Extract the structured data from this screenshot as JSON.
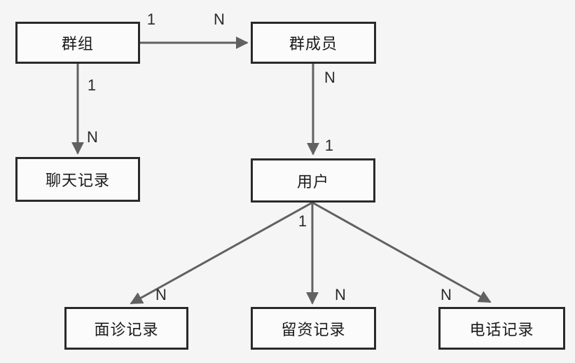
{
  "diagram": {
    "type": "entity-relationship",
    "background_color": "#f4f5f4",
    "box_border_color": "#2a2a2a",
    "box_fill_color": "#fbfbfb",
    "arrow_color": "#616161",
    "text_color": "#1a1a1a",
    "entities": [
      {
        "id": "group",
        "label": "群组"
      },
      {
        "id": "group-member",
        "label": "群成员"
      },
      {
        "id": "chat-record",
        "label": "聊天记录"
      },
      {
        "id": "user",
        "label": "用户"
      },
      {
        "id": "consult-record",
        "label": "面诊记录"
      },
      {
        "id": "lead-record",
        "label": "留资记录"
      },
      {
        "id": "phone-record",
        "label": "电话记录"
      }
    ],
    "relationships": [
      {
        "from": "群组",
        "to": "群成员",
        "from_cardinality": "1",
        "to_cardinality": "N"
      },
      {
        "from": "群组",
        "to": "聊天记录",
        "from_cardinality": "1",
        "to_cardinality": "N"
      },
      {
        "from": "群成员",
        "to": "用户",
        "from_cardinality": "N",
        "to_cardinality": "1"
      },
      {
        "from": "用户",
        "to": "面诊记录",
        "from_cardinality": "1",
        "to_cardinality": "N"
      },
      {
        "from": "用户",
        "to": "留资记录",
        "from_cardinality": "1",
        "to_cardinality": "N"
      },
      {
        "from": "用户",
        "to": "电话记录",
        "from_cardinality": "1",
        "to_cardinality": "N"
      }
    ]
  }
}
